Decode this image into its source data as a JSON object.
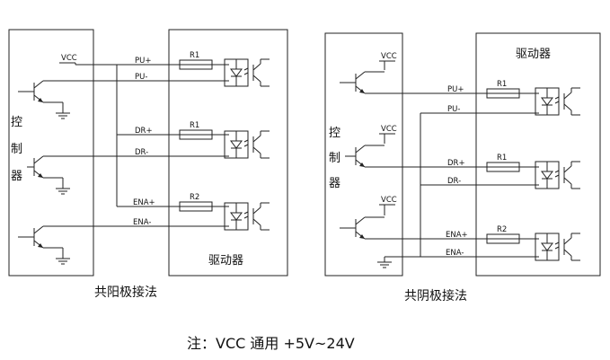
{
  "left": {
    "vcc": "VCC",
    "signals": [
      "PU+",
      "PU-",
      "DR+",
      "DR-",
      "ENA+",
      "ENA-"
    ],
    "resistors": [
      "R1",
      "R1",
      "R2"
    ],
    "controller": [
      "控",
      "制",
      "器"
    ],
    "driver": "驱动器",
    "caption": "共阳极接法"
  },
  "right": {
    "vcc": [
      "VCC",
      "VCC",
      "VCC"
    ],
    "signals": [
      "PU+",
      "PU-",
      "DR+",
      "DR-",
      "ENA+",
      "ENA-"
    ],
    "resistors": [
      "R1",
      "R1",
      "R2"
    ],
    "controller": [
      "控",
      "制",
      "器"
    ],
    "driver": "驱动器",
    "caption": "共阴极接法"
  },
  "note": "注：VCC 通用 +5V~24V"
}
